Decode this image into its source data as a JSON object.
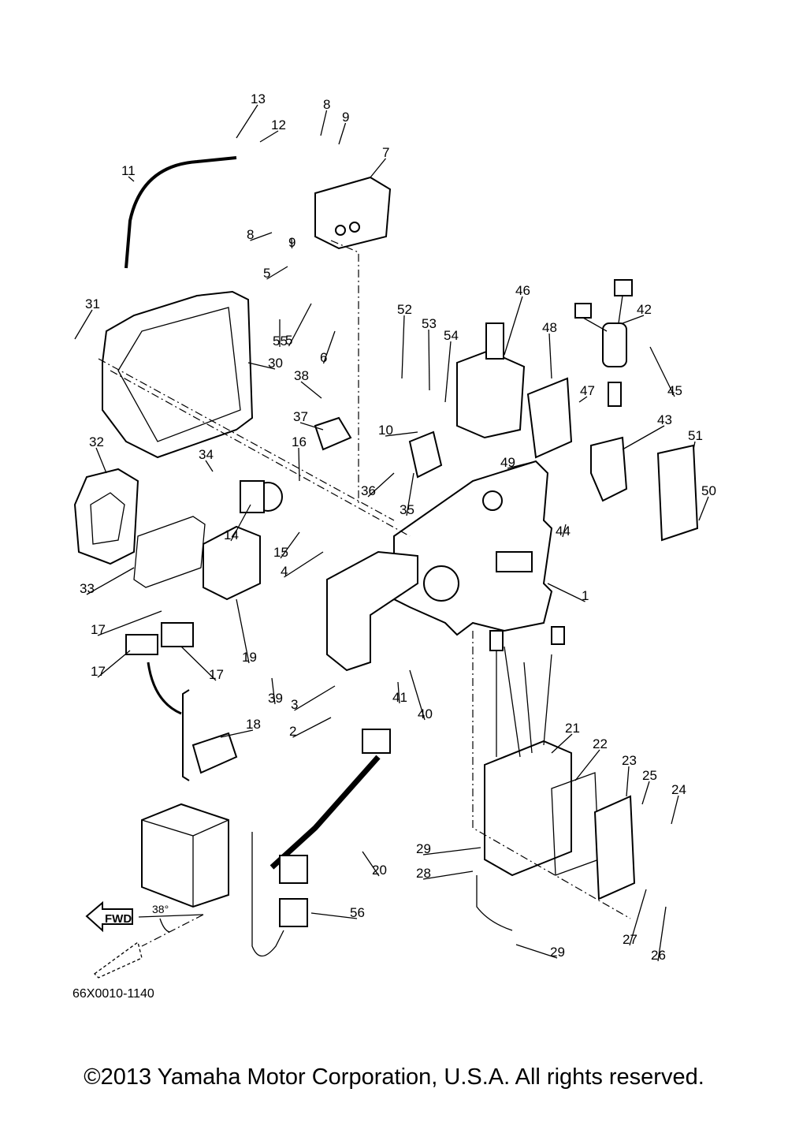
{
  "diagram": {
    "part_callouts": [
      "13",
      "12",
      "8",
      "9",
      "7",
      "11",
      "8",
      "9",
      "5",
      "46",
      "42",
      "31",
      "52",
      "53",
      "54",
      "48",
      "55",
      "5",
      "6",
      "30",
      "38",
      "47",
      "45",
      "10",
      "43",
      "51",
      "37",
      "32",
      "34",
      "16",
      "49",
      "36",
      "35",
      "44",
      "50",
      "14",
      "15",
      "4",
      "1",
      "33",
      "17",
      "17",
      "17",
      "19",
      "39",
      "3",
      "41",
      "40",
      "2",
      "18",
      "21",
      "22",
      "23",
      "25",
      "24",
      "29",
      "28",
      "20",
      "56",
      "27",
      "26",
      "29"
    ],
    "direction_label": "FWD",
    "angle_label": "38°",
    "diagram_code": "66X0010-1140"
  },
  "footer": {
    "copyright": "©2013 Yamaha Motor Corporation, U.S.A. All rights reserved."
  }
}
